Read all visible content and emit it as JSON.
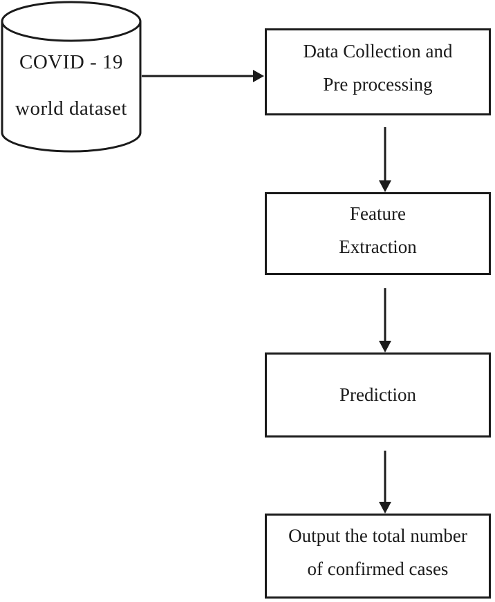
{
  "colors": {
    "ink": "#1b1b1b",
    "background": "#ffffff"
  },
  "database": {
    "shape": "cylinder",
    "label_line1": "COVID - 19",
    "label_line2": "world dataset"
  },
  "steps": [
    {
      "name": "data-collection",
      "line1": "Data Collection and",
      "line2": "Pre processing"
    },
    {
      "name": "feature-extraction",
      "line1": "Feature",
      "line2": "Extraction"
    },
    {
      "name": "prediction",
      "line1": "Prediction"
    },
    {
      "name": "output",
      "line1": "Output the total number",
      "line2": "of confirmed cases"
    }
  ],
  "connectors": [
    {
      "from": "covid-world-dataset",
      "to": "data-collection",
      "direction": "right"
    },
    {
      "from": "data-collection",
      "to": "feature-extraction",
      "direction": "down"
    },
    {
      "from": "feature-extraction",
      "to": "prediction",
      "direction": "down"
    },
    {
      "from": "prediction",
      "to": "output",
      "direction": "down"
    }
  ]
}
